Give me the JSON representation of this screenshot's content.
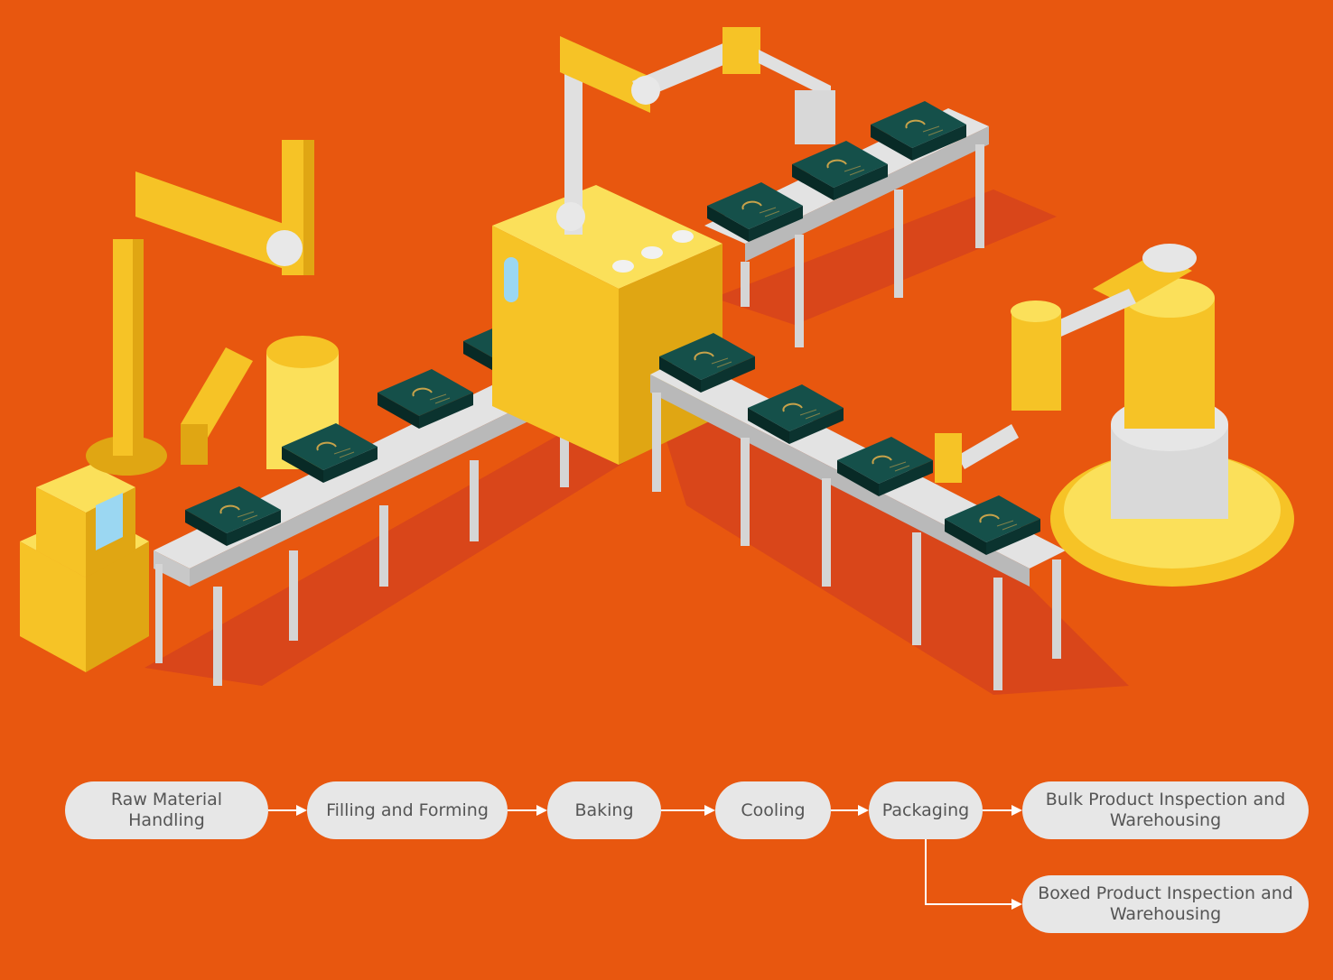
{
  "colors": {
    "background": "#E8570F",
    "shadow": "#D9461A",
    "machine_yellow": "#F6C326",
    "machine_light": "#FBE05A",
    "machine_dark": "#E0A613",
    "conveyor": "#D9D9D9",
    "box": "#0E3B36",
    "box_accent": "#C7A24A",
    "node_fill": "#E7E7E7",
    "node_text": "#555555",
    "connector": "#FFFFFF"
  },
  "icons": {
    "robot_arm": "robot-arm-icon",
    "conveyor": "conveyor-belt-icon",
    "product_box": "product-box-icon",
    "oven": "baking-machine-icon",
    "arrow": "arrow-right-icon"
  },
  "process": {
    "steps": [
      {
        "label": "Raw Material Handling"
      },
      {
        "label": "Filling and Forming"
      },
      {
        "label": "Baking"
      },
      {
        "label": "Cooling"
      },
      {
        "label": "Packaging"
      },
      {
        "label": "Bulk Product Inspection and Warehousing"
      },
      {
        "label": "Boxed Product Inspection and Warehousing"
      }
    ]
  }
}
